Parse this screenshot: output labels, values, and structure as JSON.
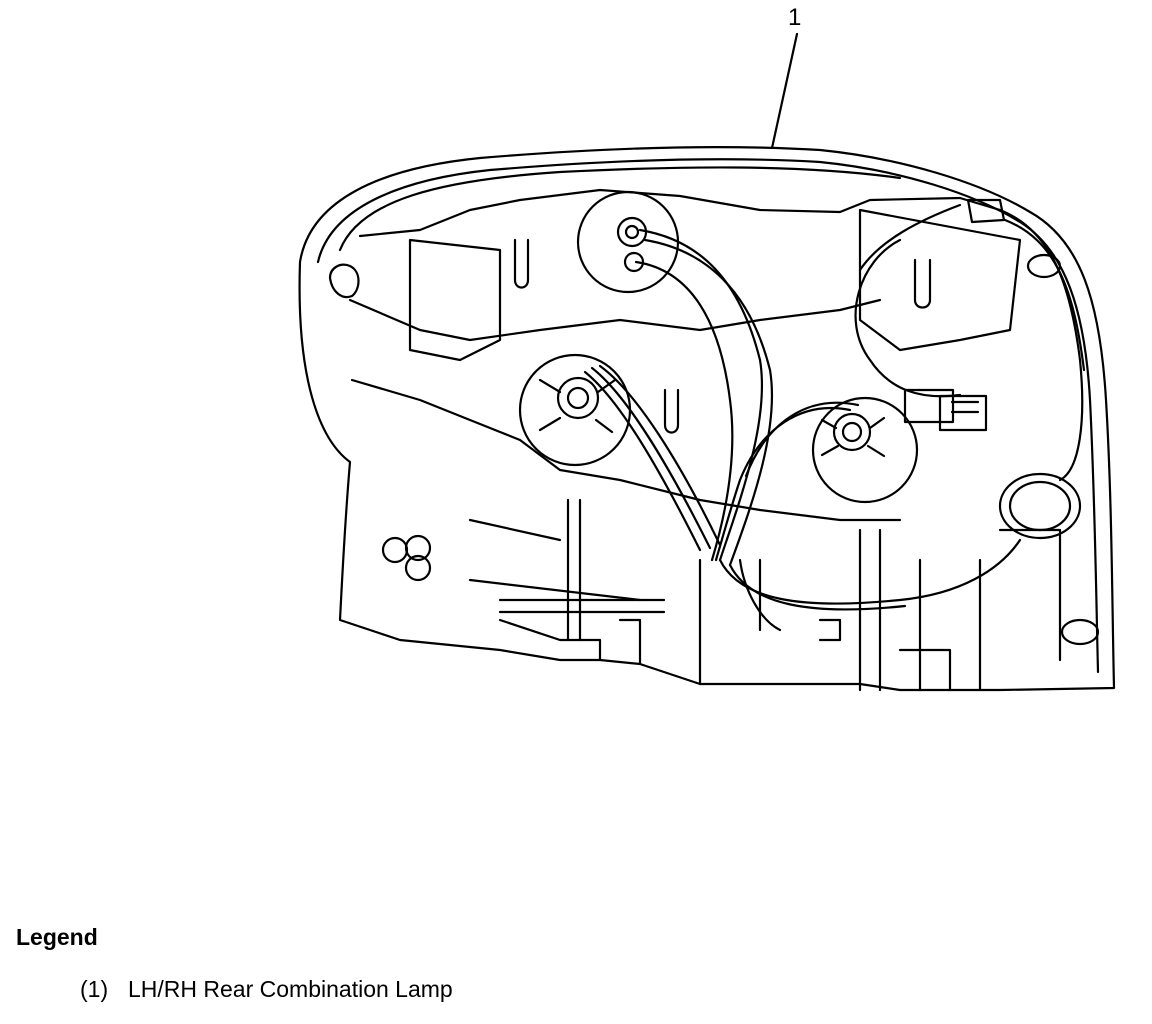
{
  "diagram": {
    "callout_number": "1",
    "line_color": "#000000",
    "background_color": "#ffffff"
  },
  "legend": {
    "title": "Legend",
    "items": [
      {
        "ref": "(1)",
        "label": "LH/RH Rear Combination Lamp"
      }
    ]
  }
}
